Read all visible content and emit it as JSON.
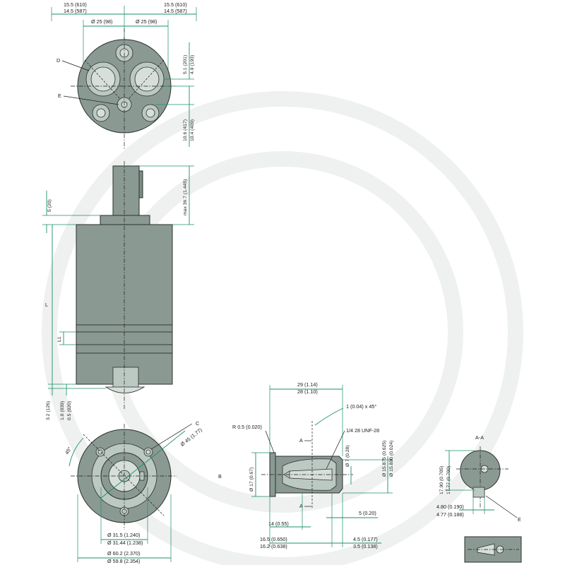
{
  "colors": {
    "body": "#8a9a93",
    "dimension": "#1b8f6a",
    "light": "#bcc8c2",
    "line": "#1a1a1a"
  },
  "top_view": {
    "dim_left_top": "15.5 (610)",
    "dim_left_bottom": "14.5 (587)",
    "dim_right_top": "15.5 (610)",
    "dim_right_bottom": "14.5 (587)",
    "dia_left": "Ø 25 (98)",
    "dia_right": "Ø 25 (98)",
    "label_d": "D",
    "label_e": "E",
    "vert_a": "5.1 (201)",
    "vert_b": "4.9 (193)",
    "vert_c": "10.6 (417)",
    "vert_d": "10.4 (409)"
  },
  "side_view": {
    "max_len": "max 36.7 (1.445)",
    "shoulder": "5 (20)",
    "length": "L",
    "l1": "L1",
    "bottom_a": "3.2 (126)",
    "bottom_b": "1.0 (039)",
    "bottom_c": "0.5 (020)"
  },
  "front_view": {
    "angle": "45°",
    "label_c": "C",
    "dia_45": "Ø 45 (1.77)",
    "dia_31_top": "Ø 31.5 (1.240)",
    "dia_31_bottom": "Ø 31.44 (1.238)",
    "dia_60_top": "Ø 60.2 (2.370)",
    "dia_60_bottom": "Ø 59.8 (2.354)"
  },
  "shaft_view": {
    "label_b": "B",
    "len_top": "29 (1.14)",
    "len_bottom": "28 (1.10)",
    "chamfer": "1 (0.04) x 45°",
    "radius": "R 0.5 (0.020)",
    "thread": "1/4 28 UNF-28",
    "section_a_top": "A",
    "section_a_bottom": "A",
    "dia_7": "Ø 7 (0.28)",
    "dia_15_top": "Ø 15.875 (0.625)",
    "dia_15_bottom": "Ø 15.890 (0.024)",
    "dia_17": "Ø 17 (0.67)",
    "len_5": "5 (0.20)",
    "len_14": "14 (0.55)",
    "len_16_top": "16.5 (0.650)",
    "len_16_bottom": "16.2 (0.638)",
    "len_4_top": "4.5 (0.177)",
    "len_4_bottom": "3.5 (0.138)"
  },
  "section_view": {
    "title": "A-A",
    "h_top": "17.90 (0.705)",
    "h_bottom": "17.77 (0.700)",
    "w_top": "4.80 (0.190)",
    "w_bottom": "4.77 (0.188)",
    "label_e": "E"
  }
}
